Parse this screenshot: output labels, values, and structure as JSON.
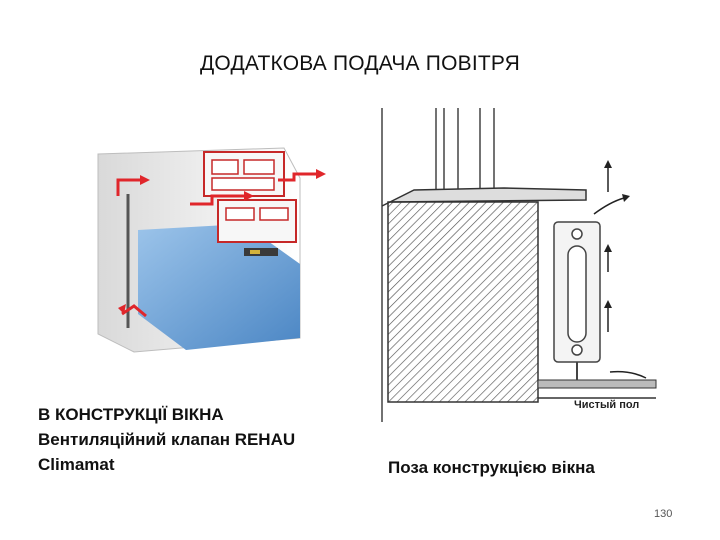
{
  "slide": {
    "title": "ДОДАТКОВА ПОДАЧА ПОВІТРЯ",
    "page_number": "130"
  },
  "left_figure": {
    "caption_line1": "В КОНСТРУКЦІЇ ВІКНА",
    "caption_line2": "Вентиляційний клапан REHAU",
    "caption_line3": "Climamat",
    "colors": {
      "arrow": "#e0262b",
      "glass": "#6fa6d8",
      "profile": "#f2f2f2",
      "seal": "#3a3a3a"
    }
  },
  "right_figure": {
    "caption": "Поза конструкцією вікна",
    "floor_label": "Чистый пол"
  }
}
